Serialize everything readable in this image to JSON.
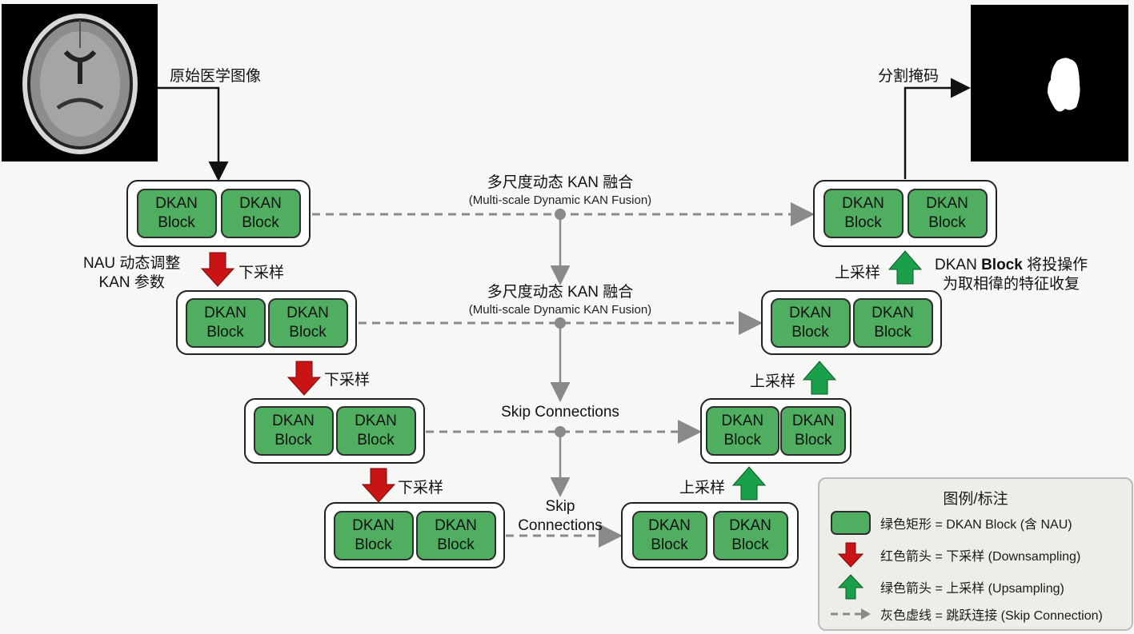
{
  "input": {
    "label": "原始医学图像",
    "image": "brain-mri-axial-slice"
  },
  "output": {
    "label": "分割掩码",
    "image": "binary-segmentation-mask"
  },
  "block_text": {
    "line1": "DKAN",
    "line2": "Block"
  },
  "encoder": {
    "nau_note": {
      "line1": "NAU 动态调整",
      "line2": "KAN 参数"
    },
    "downsample_label": "下采样"
  },
  "decoder": {
    "upsample_label": "上采样",
    "note": {
      "bold_prefix": "DKAN ",
      "bold": "Block",
      "line1_rest": " 将投操作",
      "line2": "为取相徫的特征收复"
    }
  },
  "skips": [
    {
      "title": "多尺度动态 KAN 融合",
      "subtitle": "(Multi-scale Dynamic KAN Fusion)"
    },
    {
      "title": "多尺度动态 KAN 融合",
      "subtitle": "(Multi-scale Dynamic KAN Fusion)"
    },
    {
      "title": "Skip Connections"
    },
    {
      "title_line1": "Skip",
      "title_line2": "Connections"
    }
  ],
  "legend": {
    "title": "图例/标注",
    "items": [
      {
        "icon": "green-rectangle",
        "text": "绿色矩形 = DKAN Block (含 NAU)"
      },
      {
        "icon": "red-down-arrow",
        "text": "红色箭头 = 下采样 (Downsampling)"
      },
      {
        "icon": "green-up-arrow",
        "text": "绿色箭头 = 上采样 (Upsampling)"
      },
      {
        "icon": "gray-dashed-arrow",
        "text": "灰色虚线 = 跳跃连接 (Skip Connection)"
      }
    ]
  },
  "colors": {
    "block_green": "#4fae5f",
    "down_red": "#c81414",
    "up_green": "#1aa04a",
    "skip_gray": "#8a8a8a"
  }
}
